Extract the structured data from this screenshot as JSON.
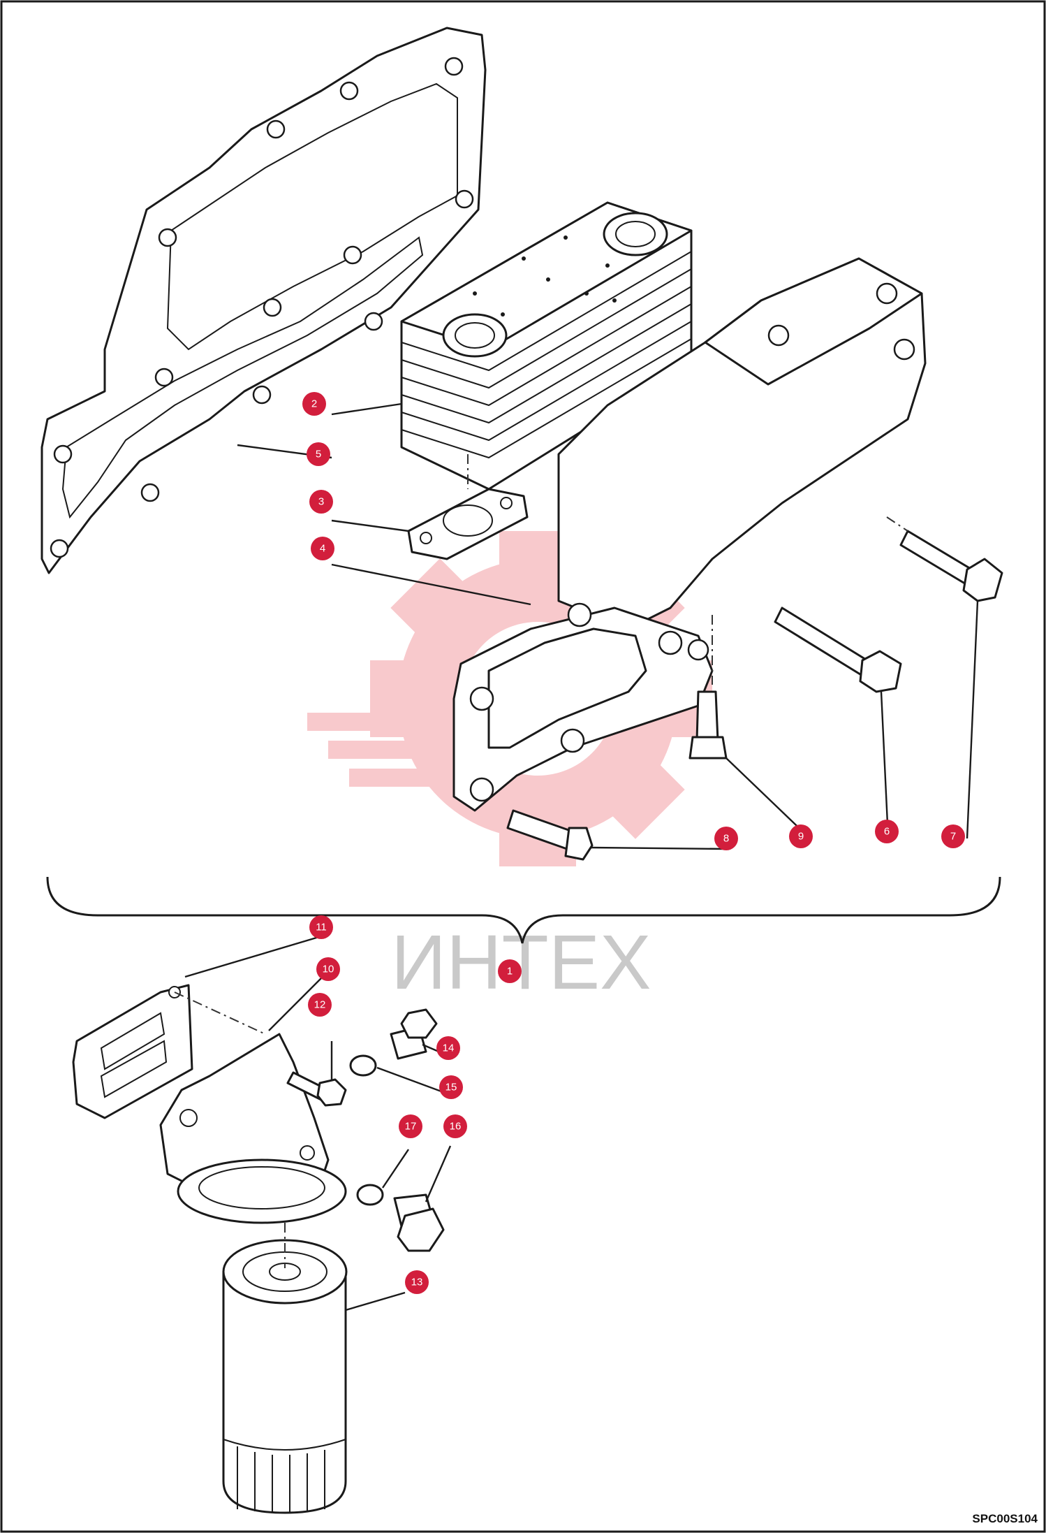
{
  "drawing_code": "SPC00S104",
  "watermark_text": "ИНТЕХ",
  "watermark_color": "#e8414d",
  "badge_color": "#d21e3c",
  "callouts": [
    {
      "id": "1",
      "label": "1"
    },
    {
      "id": "2",
      "label": "2"
    },
    {
      "id": "3",
      "label": "3"
    },
    {
      "id": "4",
      "label": "4"
    },
    {
      "id": "5",
      "label": "5"
    },
    {
      "id": "6",
      "label": "6"
    },
    {
      "id": "7",
      "label": "7"
    },
    {
      "id": "8",
      "label": "8"
    },
    {
      "id": "9",
      "label": "9"
    },
    {
      "id": "10",
      "label": "10"
    },
    {
      "id": "11",
      "label": "11"
    },
    {
      "id": "12",
      "label": "12"
    },
    {
      "id": "13",
      "label": "13"
    },
    {
      "id": "14",
      "label": "14"
    },
    {
      "id": "15",
      "label": "15"
    },
    {
      "id": "16",
      "label": "16"
    },
    {
      "id": "17",
      "label": "17"
    }
  ]
}
